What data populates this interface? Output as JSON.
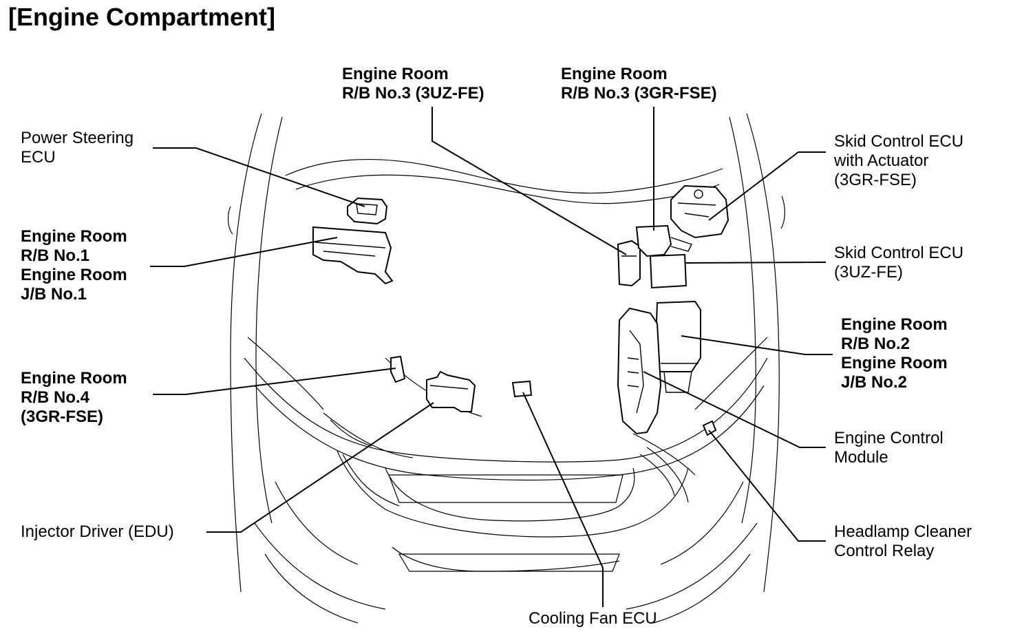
{
  "title": "[Engine Compartment]",
  "labels": {
    "power_steering_ecu": [
      "Power Steering",
      "ECU"
    ],
    "rb1_jb1": [
      "Engine Room",
      "R/B No.1",
      "Engine Room",
      "J/B No.1"
    ],
    "rb4": [
      "Engine Room",
      "R/B No.4",
      "(3GR-FSE)"
    ],
    "injector_driver": [
      "Injector Driver (EDU)"
    ],
    "rb3_3uz": [
      "Engine Room",
      "R/B No.3 (3UZ-FE)"
    ],
    "rb3_3gr": [
      "Engine Room",
      "R/B No.3 (3GR-FSE)"
    ],
    "skid_actuator": [
      "Skid Control ECU",
      "with Actuator",
      "(3GR-FSE)"
    ],
    "skid_3uz": [
      "Skid Control ECU",
      "(3UZ-FE)"
    ],
    "rb2_jb2": [
      "Engine Room",
      "R/B No.2",
      "Engine Room",
      "J/B No.2"
    ],
    "engine_control_module": [
      "Engine Control",
      "Module"
    ],
    "headlamp_cleaner": [
      "Headlamp Cleaner",
      "Control Relay"
    ],
    "cooling_fan_ecu": [
      "Cooling Fan ECU"
    ]
  }
}
